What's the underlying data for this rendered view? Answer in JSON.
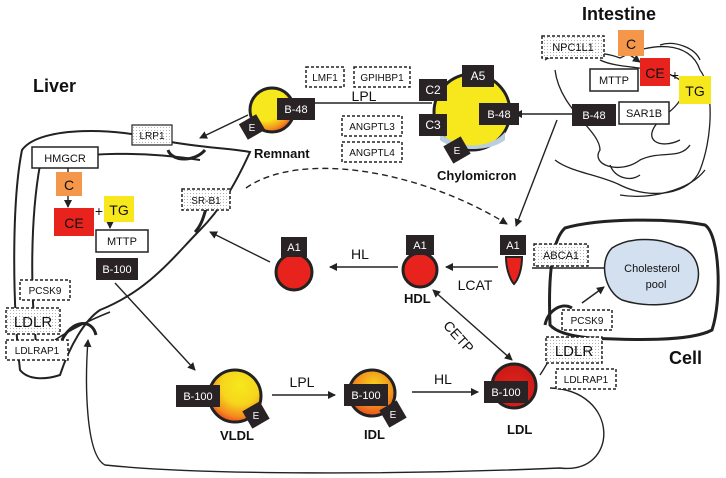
{
  "regions": {
    "liver": "Liver",
    "intestine": "Intestine",
    "cell": "Cell"
  },
  "lipoproteins": {
    "chylomicron": "Chylomicron",
    "remnant": "Remnant",
    "hdl": "HDL",
    "vldl": "VLDL",
    "idl": "IDL",
    "ldl": "LDL"
  },
  "apolipoproteins": {
    "b48": "B-48",
    "b100": "B-100",
    "a1": "A1",
    "a5": "A5",
    "c2": "C2",
    "c3": "C3",
    "e": "E"
  },
  "proteins": {
    "npc1l1": "NPC1L1",
    "mttp": "MTTP",
    "sar1b": "SAR1B",
    "lmf1": "LMF1",
    "gpihbp1": "GPIHBP1",
    "angptl3": "ANGPTL3",
    "angptl4": "ANGPTL4",
    "lrp1": "LRP1",
    "hmgcr": "HMGCR",
    "srb1": "SR-B1",
    "pcsk9": "PCSK9",
    "ldlr": "LDLR",
    "ldlrap1": "LDLRAP1",
    "abca1": "ABCA1"
  },
  "enzymes": {
    "lpl": "LPL",
    "hl": "HL",
    "lcat": "LCAT",
    "cetp": "CETP"
  },
  "lipids": {
    "c": "C",
    "ce": "CE",
    "tg": "TG",
    "plus": "+"
  },
  "cholesterol_pool": [
    "Cholesterol",
    "pool"
  ],
  "colors": {
    "orange": "#f4974a",
    "red": "#e8221d",
    "yellow": "#f6e81c",
    "dark": "#2a2325",
    "pool": "#d2e0f0",
    "chylo_blue": "#b9cde3"
  }
}
